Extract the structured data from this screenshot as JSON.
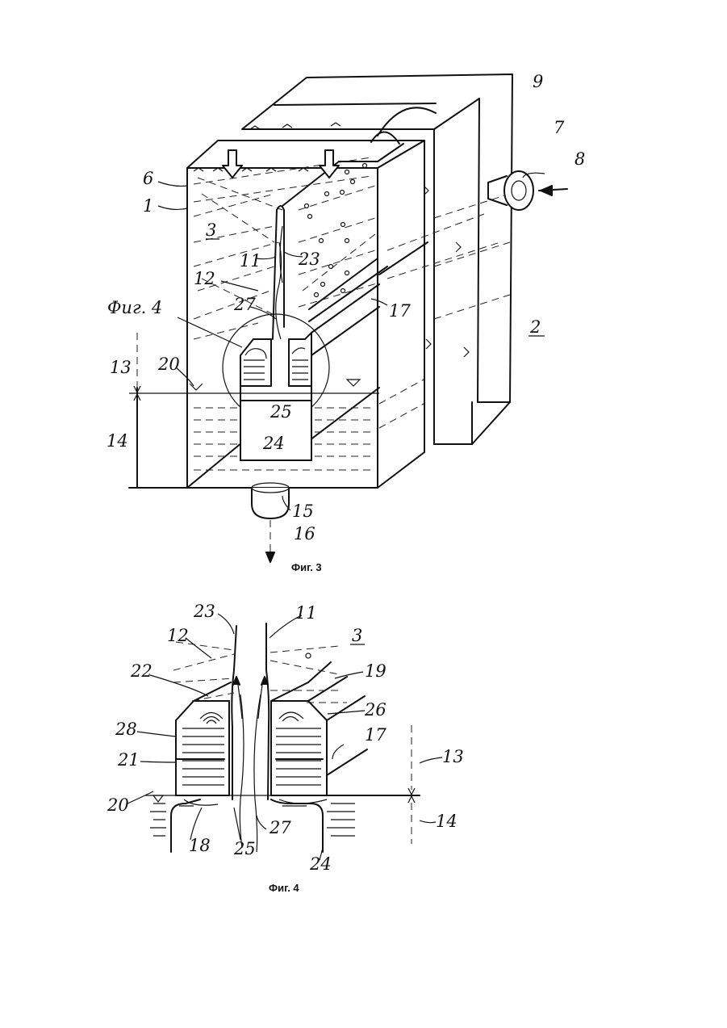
{
  "figure3": {
    "caption": "Фиг. 3",
    "detail_ref": "Фиг. 4",
    "labels": {
      "l1": "1",
      "l2": "2",
      "l3": "3",
      "l6": "6",
      "l7": "7",
      "l8": "8",
      "l9": "9",
      "l11": "11",
      "l12": "12",
      "l13": "13",
      "l14": "14",
      "l15": "15",
      "l16": "16",
      "l17": "17",
      "l20": "20",
      "l23": "23",
      "l24": "24",
      "l25": "25",
      "l27": "27"
    }
  },
  "figure4": {
    "caption": "Фиг. 4",
    "labels": {
      "l3": "3",
      "l11": "11",
      "l12": "12",
      "l13": "13",
      "l14": "14",
      "l17": "17",
      "l18": "18",
      "l19": "19",
      "l20": "20",
      "l21": "21",
      "l22": "22",
      "l23": "23",
      "l24": "24",
      "l25": "25",
      "l26": "26",
      "l27": "27",
      "l28": "28"
    }
  }
}
